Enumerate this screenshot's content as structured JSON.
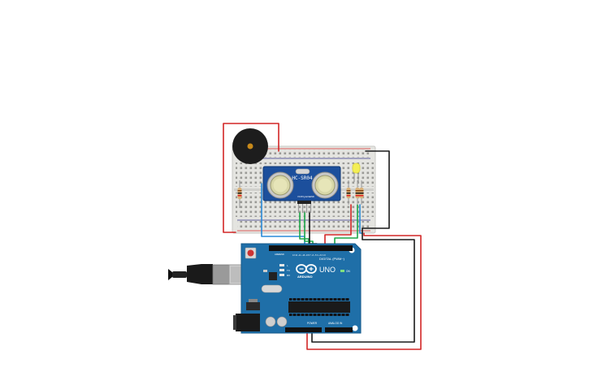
{
  "colors": {
    "background": "#ffffff",
    "breadboard": "#e4e4e0",
    "arduino_board": "#1f6fa8",
    "sensor_board": "#1c4f9c",
    "wire_red": "#d22626",
    "wire_black": "#1a1a1a",
    "wire_green": "#1ea84a",
    "wire_blue": "#2a8ad8",
    "led_yellow": "#f3ee55"
  },
  "sensor": {
    "label": "HC-SR04",
    "pins": [
      "VCC",
      "Trig",
      "Echo",
      "GND"
    ]
  },
  "arduino": {
    "brand": "ARDUINO",
    "model": "UNO",
    "on_label": "ON",
    "digital_label": "DIGITAL (PWM~)",
    "analog_label": "ANALOG IN",
    "power_label": "POWER",
    "aref_label": "AREF",
    "gnd_label": "GND",
    "tx_label": "TX",
    "rx_label": "RX",
    "l_label": "L"
  },
  "icons": {
    "buzzer": "piezo-buzzer-icon",
    "usb": "usb-cable-icon",
    "led": "led-icon"
  }
}
